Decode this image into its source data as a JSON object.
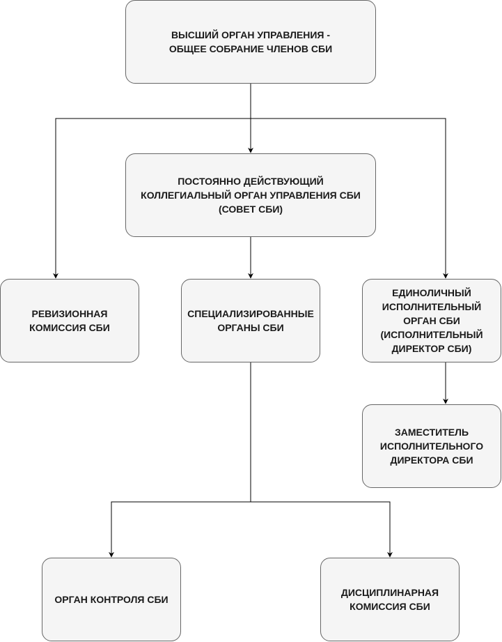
{
  "diagram": {
    "nodes": {
      "top": [
        "ВЫСШИЙ ОРГАН УПРАВЛЕНИЯ -",
        "ОБЩЕЕ СОБРАНИЕ ЧЛЕНОВ СБИ"
      ],
      "council": [
        "ПОСТОЯННО ДЕЙСТВУЮЩИЙ",
        "КОЛЛЕГИАЛЬНЫЙ ОРГАН УПРАВЛЕНИЯ СБИ",
        "(СОВЕТ СБИ)"
      ],
      "audit": [
        "РЕВИЗИОННАЯ",
        "КОМИССИЯ СБИ"
      ],
      "special": [
        "СПЕЦИАЛИЗИРОВАННЫЕ",
        "ОРГАНЫ СБИ"
      ],
      "director": [
        "ЕДИНОЛИЧНЫЙ",
        "ИСПОЛНИТЕЛЬНЫЙ",
        "ОРГАН СБИ",
        "(ИСПОЛНИТЕЛЬНЫЙ",
        "ДИРЕКТОР СБИ)"
      ],
      "deputy": [
        "ЗАМЕСТИТЕЛЬ",
        "ИСПОЛНИТЕЛЬНОГО",
        "ДИРЕКТОРА СБИ"
      ],
      "control": [
        "ОРГАН КОНТРОЛЯ СБИ"
      ],
      "discipline": [
        "ДИСЦИПЛИНАРНАЯ",
        "КОМИССИЯ СБИ"
      ]
    },
    "edges": [
      {
        "from": "top",
        "to": "council"
      },
      {
        "from": "top",
        "to": "audit"
      },
      {
        "from": "top",
        "to": "director"
      },
      {
        "from": "council",
        "to": "special"
      },
      {
        "from": "director",
        "to": "deputy"
      },
      {
        "from": "special",
        "to": "control"
      },
      {
        "from": "special",
        "to": "discipline"
      }
    ],
    "colors": {
      "node_fill": "#f5f5f5",
      "node_border": "#666666",
      "line": "#000000",
      "text": "#1a1a1a"
    }
  }
}
